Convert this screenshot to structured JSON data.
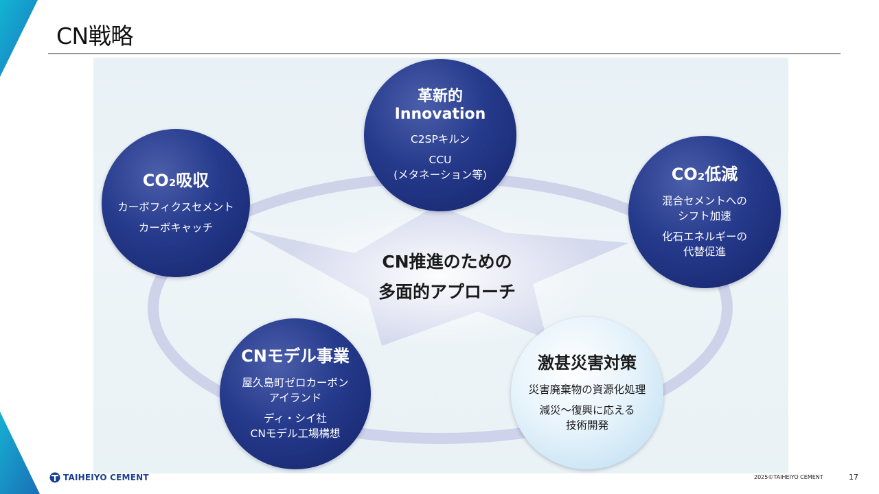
{
  "title": "CN戦略",
  "center": {
    "line1": "CN推進のための",
    "line2": "多面的アプローチ"
  },
  "circles": {
    "innovation": {
      "head1": "革新的",
      "head2": "Innovation",
      "items": [
        "C2SPキルン",
        "CCU",
        "(メタネーション等)"
      ]
    },
    "absorption": {
      "head": "CO₂吸収",
      "items": [
        "カーボフィクスセメント",
        "カーボキャッチ"
      ]
    },
    "reduction": {
      "head": "CO₂低減",
      "items": [
        "混合セメントへの",
        "シフト加速",
        "化石エネルギーの",
        "代替促進"
      ]
    },
    "model": {
      "head": "CNモデル事業",
      "items": [
        "屋久島町ゼロカーボン",
        "アイランド",
        "ディ・シイ社",
        "CNモデル工場構想"
      ]
    },
    "disaster": {
      "head": "激甚災害対策",
      "items": [
        "災害廃棄物の資源化処理",
        "減災～復興に応える",
        "技術開発"
      ]
    }
  },
  "footer": {
    "logo_text": "TAIHEIYO CEMENT",
    "copyright": "2025©TAIHEIYO CEMENT",
    "page_number": "17"
  },
  "colors": {
    "accent_blue": "#1f3a8a",
    "corner_teal": "#0fa3c8",
    "corner_blue": "#1d6fb8"
  }
}
